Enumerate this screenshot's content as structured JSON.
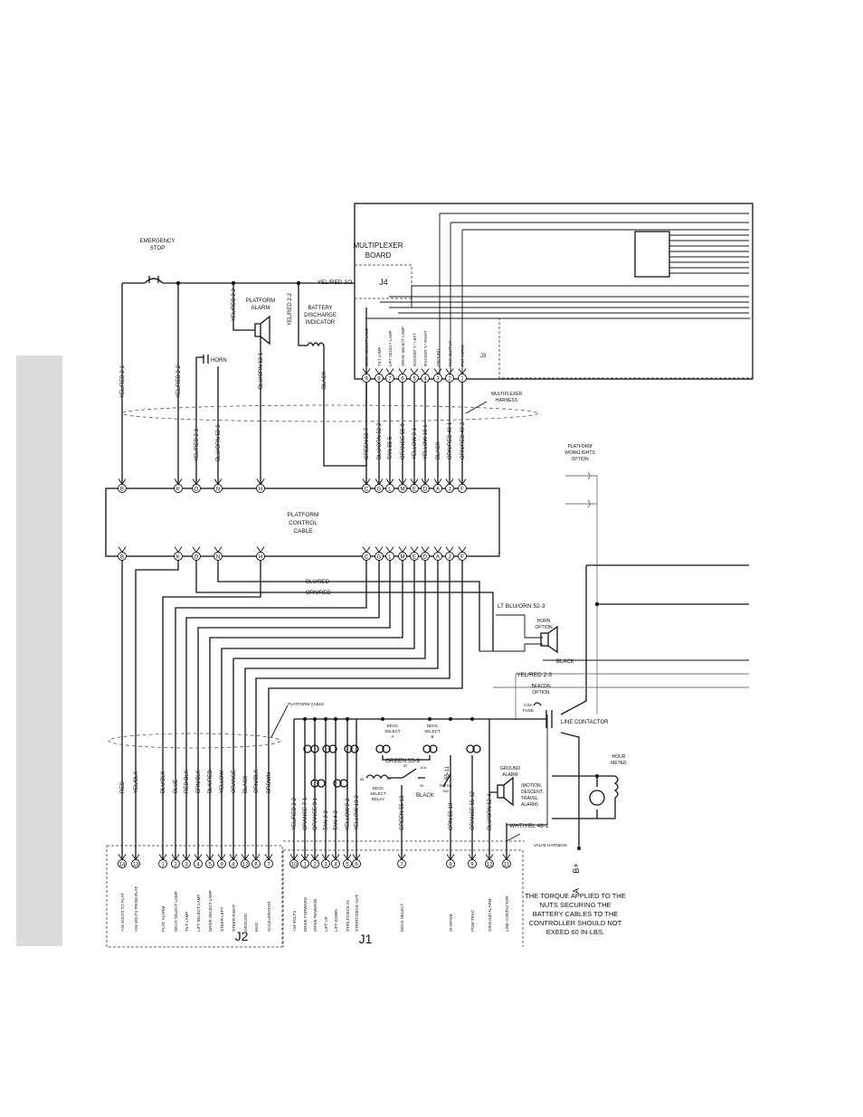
{
  "labels": {
    "emergency_stop": [
      "EMERGENCY",
      "STOP"
    ],
    "multiplexer_board": [
      "MULTIPLEXER",
      "BOARD"
    ],
    "j4": "J4",
    "j3": "J3",
    "yel_red_top": "YEL/RED 2/2",
    "platform_alarm": [
      "PLATFORM",
      "ALARM"
    ],
    "battery_discharge": [
      "BATTERY",
      "DISCHARGE",
      "INDICATOR"
    ],
    "horn": "HORN",
    "multiplexer_harness": [
      "MULTIPLEXER",
      "HARNESS"
    ],
    "platform_control_cable": [
      "PLATFORM",
      "CONTROL",
      "CABLE"
    ],
    "platform_worklights": [
      "PLATFORM",
      "WORKLIGHTS",
      "OPTION"
    ],
    "blu_red": "BLU/RED",
    "orn_red": "ORN/RED",
    "lt_blu_orn": "LT BLU/ORN 52-3",
    "horn_option": [
      "HORN",
      "OPTION"
    ],
    "black": "BLACK",
    "yel_red_23": "YEL/RED 2-3",
    "beacon_option": [
      "BEACON",
      "OPTION"
    ],
    "fuse": [
      "0.5A",
      "FUSE"
    ],
    "line_contactor": "LINE CONTACTOR",
    "platform_cable": "PLATFORM CABLE",
    "deck_select_a": [
      "DECK",
      "SELECT",
      "A"
    ],
    "deck_select_b": [
      "DECK",
      "SELECT",
      "B"
    ],
    "green_559": "GREEN 55-9",
    "deck_select_relay": [
      "DECK",
      "SELECT",
      "RELAY"
    ],
    "relay_black": "BLACK",
    "ground_alarm": [
      "GROUND",
      "ALARM"
    ],
    "alarm_modes": [
      "(MOTION,",
      "DESCENT,",
      "TRAVEL",
      "ALARM)"
    ],
    "hour_meter": [
      "HOUR",
      "METER"
    ],
    "wht_yel": "WHT/YEL 48-1",
    "valve_harness": "VALVE HARNESS",
    "b_plus": "B+",
    "a_label": "A",
    "j2": "J2",
    "j1": "J1",
    "torque_note": [
      "THE TORQUE APPLIED TO THE",
      "NUTS SECURING THE",
      "BATTERY CABLES TO THE",
      "CONTROLLER SHOULD NOT",
      "EXEED 60 IN-LBS."
    ]
  },
  "board_pins": [
    {
      "num": "9",
      "func": "DECK SELECT LAMP"
    },
    {
      "num": "8",
      "func": "TILT LAMP"
    },
    {
      "num": "7",
      "func": "LIFT SELECT LAMP"
    },
    {
      "num": "6",
      "func": "DRIVE SELECT LAMP"
    },
    {
      "num": "5",
      "func": "ROCKER \"L\" LEFT"
    },
    {
      "num": "4",
      "func": "ROCKER \"L\" RIGHT"
    },
    {
      "num": "3",
      "func": "GROUND"
    },
    {
      "num": "2",
      "func": "MUX OUTPUT"
    },
    {
      "num": "1",
      "func": "POT WIPER"
    }
  ],
  "harness_wires": [
    "GREEN 55-7",
    "BLU/ORN 52-2",
    "TAN 55-5",
    "ORANGE 55-8",
    "YELLOW 9-1",
    "YELLOW 10-1",
    "BLACK",
    "ORN/RED 49-1",
    "ORN/RED 49-2"
  ],
  "left_wires": [
    "YEL/RED 2-1",
    "YEL/RED 2-2",
    "YEL/RED 2-2",
    "YEL/RED 2-2",
    "YEL/RED 2-3",
    "BLU/ORN 52-3",
    "BLU/ORN 52-1",
    "BLACK"
  ],
  "cable_letters": [
    "B",
    "K",
    "O",
    "N",
    "H",
    "C",
    "G",
    "L",
    "M",
    "E",
    "D",
    "A",
    "J",
    "F"
  ],
  "j2_wires": [
    "RED",
    "YEL/BLK",
    "BLU/BLK",
    "BLUE",
    "RED/BLK",
    "BRN/BLK",
    "BLK/RED",
    "YELLOW",
    "ORANGE",
    "BLACK",
    "ORN/BLK",
    "BROWN"
  ],
  "j2_pins": [
    {
      "num": "14",
      "func": "+24 VOLTS TO PLAT"
    },
    {
      "num": "13",
      "func": "+24 VOLTS FROM PLAT"
    },
    {
      "num": "1",
      "func": "PLAT. ALARM"
    },
    {
      "num": "2",
      "func": "DECK SELECT LAMP"
    },
    {
      "num": "3",
      "func": "TILT LAMP"
    },
    {
      "num": "4",
      "func": "LIFT SELECT LAMP"
    },
    {
      "num": "5",
      "func": "DRIVE SELECT LAMP"
    },
    {
      "num": "9",
      "func": "STEER LEFT"
    },
    {
      "num": "8",
      "func": "STEER RIGHT"
    },
    {
      "num": "12",
      "func": "GROUND"
    },
    {
      "num": "6",
      "func": "MUX"
    },
    {
      "num": "7",
      "func": "ACCELERATOR"
    }
  ],
  "j1_wires": [
    "YEL/RED 2-2",
    "ORANGE 7-1",
    "ORANGE 8-1",
    "TAN 3-2",
    "TAN 4-2",
    "YELLOW 9-2",
    "YELLOW 10-2",
    "GREEN 55-13",
    "ORN 55-10",
    "ORANGE 55-12",
    "BLU/ORN 52-4"
  ],
  "j1_pins": [
    {
      "num": "10",
      "func": "+24 VOLTS"
    },
    {
      "num": "1",
      "func": "DRIVE FORWARD"
    },
    {
      "num": "2",
      "func": "DRIVE REVERSE"
    },
    {
      "num": "3",
      "func": "LIFT UP"
    },
    {
      "num": "4",
      "func": "LIFT DOWN"
    },
    {
      "num": "5",
      "func": "STR/LT/DECK IN"
    },
    {
      "num": "6",
      "func": "STR/RT/DECK OUT"
    },
    {
      "num": "7",
      "func": "DECK SELECT"
    },
    {
      "num": "8",
      "func": "HI-DRIVE"
    },
    {
      "num": "9",
      "func": "PGM-TRAC"
    },
    {
      "num": "12",
      "func": "GROUND ALARM"
    },
    {
      "num": "11",
      "func": "LINE CONTACTOR"
    }
  ],
  "relay_labels": [
    "87",
    "86",
    "87A",
    "30",
    "85"
  ],
  "press_label": [
    "55-11",
    "PRESS.",
    "SW."
  ]
}
